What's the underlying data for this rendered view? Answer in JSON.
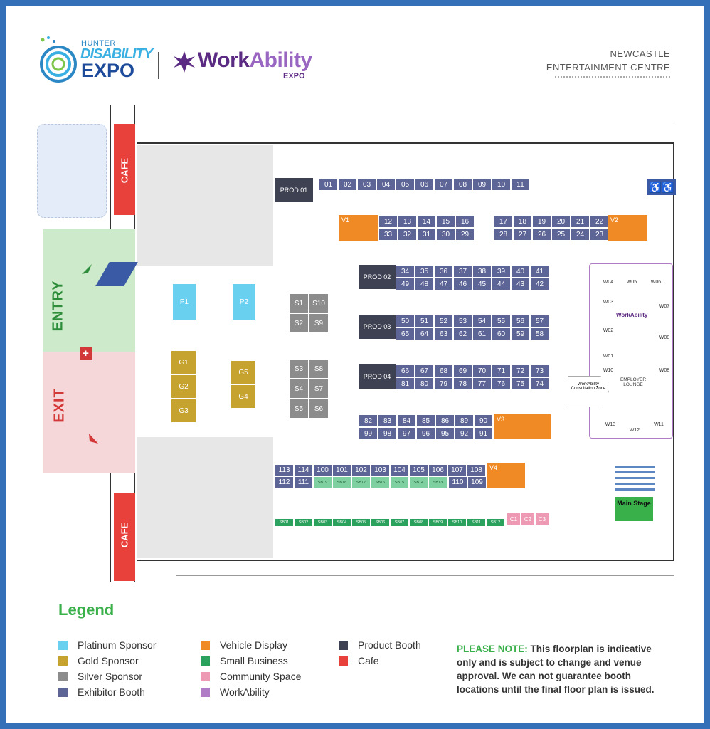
{
  "header": {
    "logo_hunter": "HUNTER",
    "logo_disability": "DISABILITY",
    "logo_expo": "EXPO",
    "workability_work": "Work",
    "workability_ability": "Ability",
    "workability_expo": "EXPO",
    "venue_line1": "NEWCASTLE",
    "venue_line2": "ENTERTAINMENT CENTRE"
  },
  "map": {
    "entry_label": "ENTRY",
    "exit_label": "EXIT",
    "cafe_label": "CAFE",
    "main_stage": "Main Stage",
    "employer_lounge": "EMPLOYER LOUNGE",
    "consultation_zone": "WorkAbility Consultation Zone",
    "lounge_logo": "WorkAbility",
    "prod_labels": [
      "PROD 01",
      "PROD 02",
      "PROD 03",
      "PROD 04"
    ],
    "row_top": [
      "01",
      "02",
      "03",
      "04",
      "05",
      "06",
      "07",
      "08",
      "09",
      "10",
      "11"
    ],
    "rowA_top": [
      "12",
      "13",
      "14",
      "15",
      "16"
    ],
    "rowA_bot": [
      "33",
      "32",
      "31",
      "30",
      "29"
    ],
    "rowB_top": [
      "17",
      "18",
      "19",
      "20",
      "21",
      "22"
    ],
    "rowB_bot": [
      "28",
      "27",
      "26",
      "25",
      "24",
      "23"
    ],
    "row2_top": [
      "34",
      "35",
      "36",
      "37",
      "38",
      "39",
      "40",
      "41"
    ],
    "row2_bot": [
      "49",
      "48",
      "47",
      "46",
      "45",
      "44",
      "43",
      "42"
    ],
    "row3_top": [
      "50",
      "51",
      "52",
      "53",
      "54",
      "55",
      "56",
      "57"
    ],
    "row3_bot": [
      "65",
      "64",
      "63",
      "62",
      "61",
      "60",
      "59",
      "58"
    ],
    "row4_top": [
      "66",
      "67",
      "68",
      "69",
      "70",
      "71",
      "72",
      "73"
    ],
    "row4_bot": [
      "81",
      "80",
      "79",
      "78",
      "77",
      "76",
      "75",
      "74"
    ],
    "row5_top": [
      "82",
      "83",
      "84",
      "85",
      "86",
      "89",
      "90"
    ],
    "row5_bot": [
      "99",
      "98",
      "97",
      "96",
      "95",
      "92",
      "91"
    ],
    "row6_top": [
      "113",
      "114",
      "100",
      "101",
      "102",
      "103",
      "104",
      "105",
      "106",
      "107",
      "108"
    ],
    "row6_bot_left": [
      "112",
      "111"
    ],
    "row6_bot_right": [
      "110",
      "109"
    ],
    "sb_top": [
      "SB19",
      "SB18",
      "SB17",
      "SB16",
      "SB15",
      "SB14",
      "SB13"
    ],
    "sb_bot": [
      "SB01",
      "SB02",
      "SB03",
      "SB04",
      "SB05",
      "SB06",
      "SB07",
      "SB08",
      "SB09",
      "SB10",
      "SB11",
      "SB12"
    ],
    "community": [
      "C1",
      "C2",
      "C3"
    ],
    "vehicles": [
      "V1",
      "V2",
      "V3",
      "V4"
    ],
    "platinum": [
      "P1",
      "P2"
    ],
    "gold_left": [
      "G1",
      "G2",
      "G3"
    ],
    "gold_right": [
      "G5",
      "G4"
    ],
    "silver_a": [
      "S1",
      "S10",
      "S2",
      "S9"
    ],
    "silver_b": [
      "S3",
      "S8",
      "S4",
      "S7",
      "S5",
      "S6"
    ],
    "workability_stations": [
      "W04",
      "W05",
      "W06",
      "W03",
      "W07",
      "W02",
      "W08",
      "W01",
      "W08",
      "W10",
      "W13",
      "W12",
      "W11"
    ]
  },
  "legend": {
    "title": "Legend",
    "items": [
      {
        "label": "Platinum Sponsor",
        "color": "#6ad0f0"
      },
      {
        "label": "Gold Sponsor",
        "color": "#c6a22e"
      },
      {
        "label": "Silver Sponsor",
        "color": "#8c8c8c"
      },
      {
        "label": "Exhibitor Booth",
        "color": "#5d6597"
      },
      {
        "label": "Vehicle Display",
        "color": "#f08a24"
      },
      {
        "label": "Small Business",
        "color": "#2aa15c"
      },
      {
        "label": "Community Space",
        "color": "#ef9ab4"
      },
      {
        "label": "WorkAbility",
        "color": "#b07cc6"
      },
      {
        "label": "Product Booth",
        "color": "#3e4152"
      },
      {
        "label": "Cafe",
        "color": "#e8413c"
      }
    ]
  },
  "note": {
    "lead": "PLEASE NOTE:",
    "body": " This floorplan is indicative only and is subject to change and venue approval. We can not guarantee booth locations until the final floor plan is issued."
  }
}
